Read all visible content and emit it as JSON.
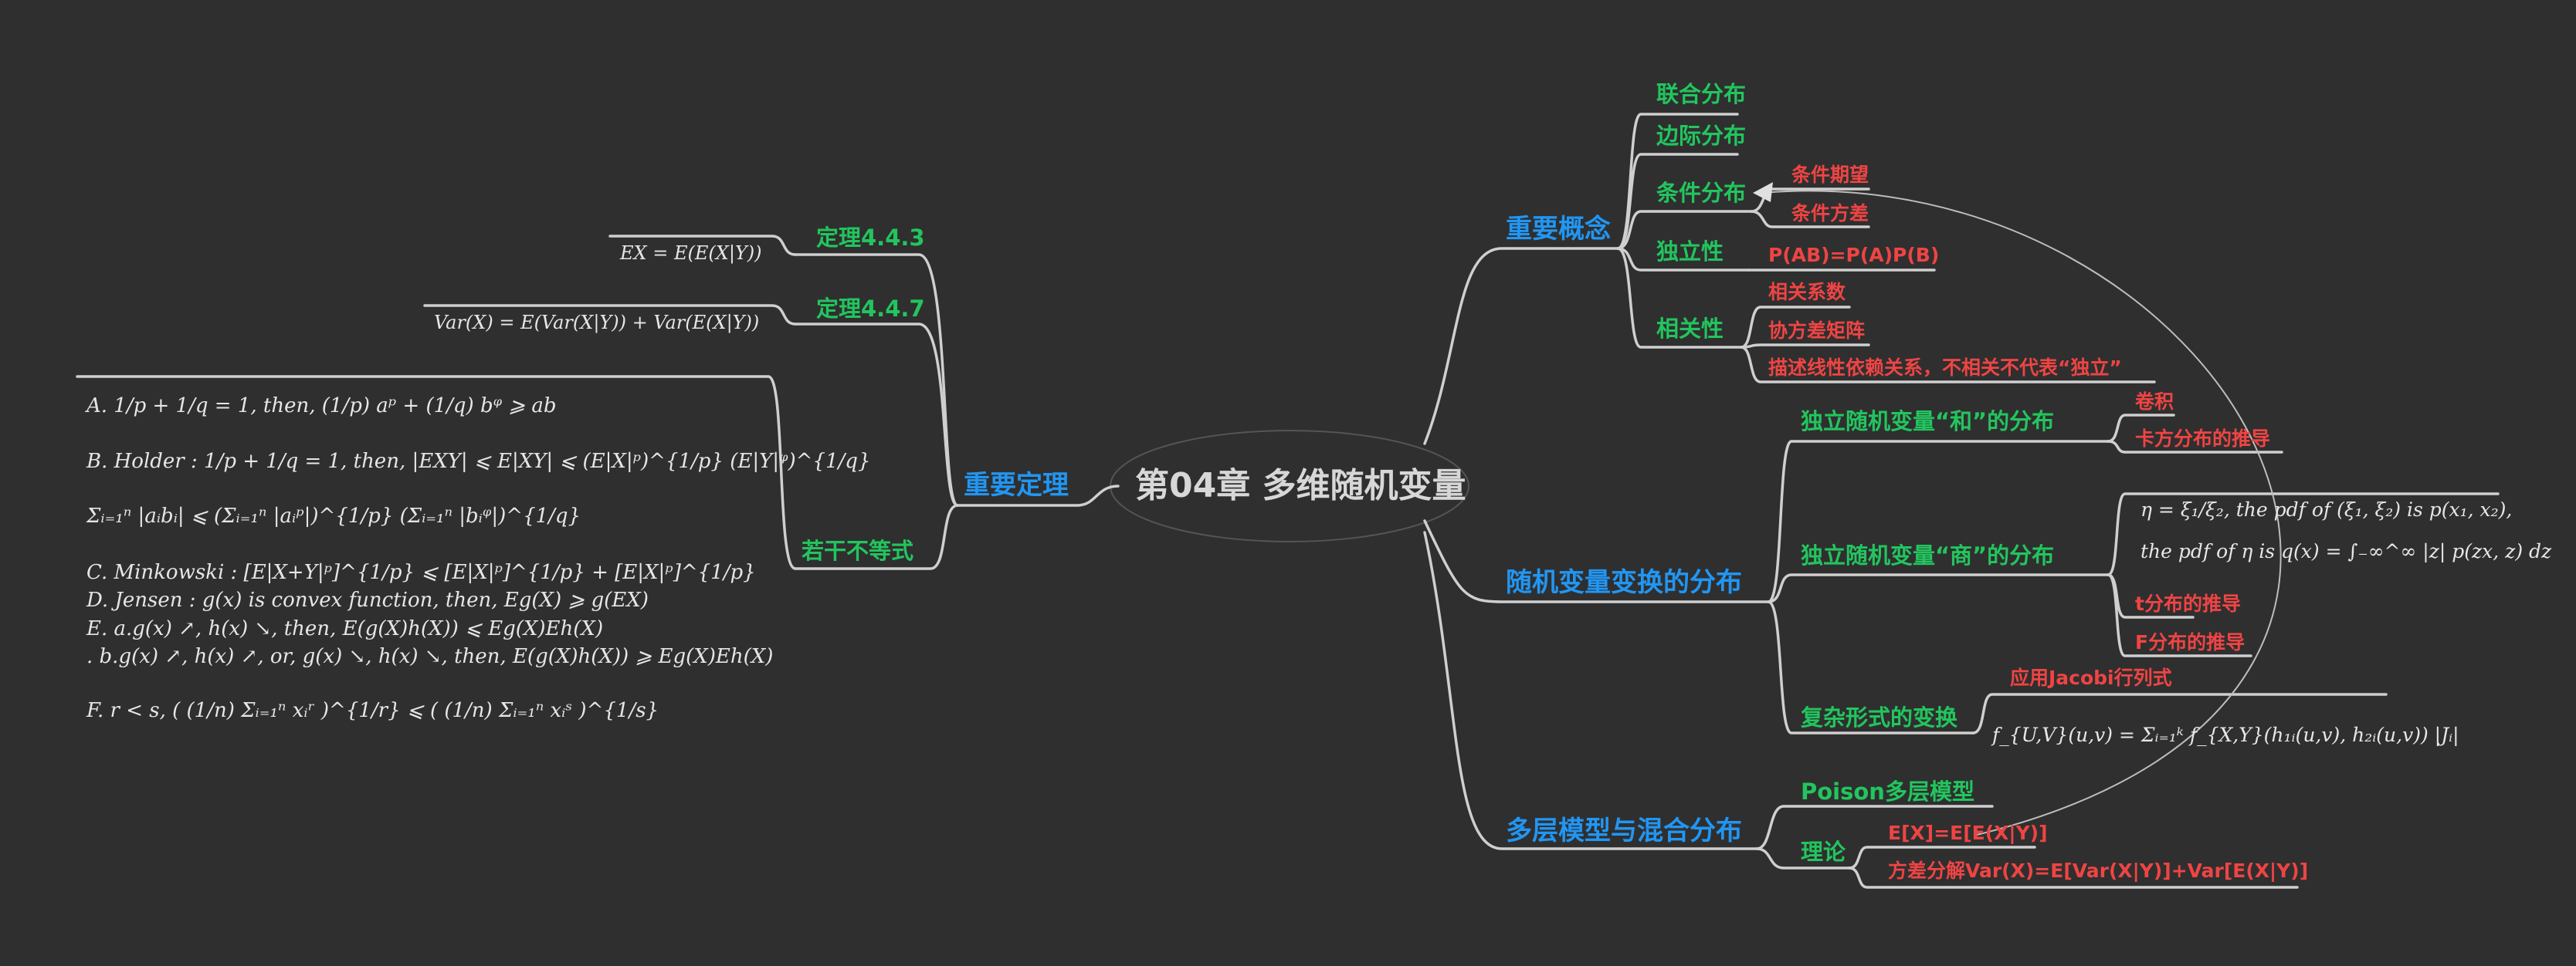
{
  "colors": {
    "background": "#2f2f2f",
    "root_text": "#d7d7d7",
    "level1": "#2196f3",
    "level2": "#22c55e",
    "level3": "#ef4444",
    "formula": "#e6e6e6",
    "line": "#cfcfcf"
  },
  "root": "第04章 多维随机变量",
  "concepts": {
    "label": "重要概念",
    "joint": "联合分布",
    "marginal": "边际分布",
    "conditional": "条件分布",
    "cond_expectation": "条件期望",
    "cond_variance": "条件方差",
    "independence": "独立性",
    "independence_formula": "P(AB)=P(A)P(B)",
    "correlation": "相关性",
    "corr_coef": "相关系数",
    "cov_matrix": "协方差矩阵",
    "linear_note": "描述线性依赖关系，不相关不代表“独立”"
  },
  "transforms": {
    "label": "随机变量变换的分布",
    "sum": "独立随机变量“和”的分布",
    "convolution": "卷积",
    "chi_square": "卡方分布的推导",
    "quotient": "独立随机变量“商”的分布",
    "quotient_formula_1": "η = ξ₁/ξ₂,  the pdf of (ξ₁, ξ₂) is p(x₁, x₂),",
    "quotient_formula_2": "the pdf of η is q(x) = ∫₋∞^∞ |z| p(zx, z) dz",
    "t_dist": "t分布的推导",
    "f_dist": "F分布的推导",
    "complex": "复杂形式的变换",
    "jacobi": "应用Jacobi行列式",
    "jacobi_formula": "f_{U,V}(u,v) = Σᵢ₌₁ᵏ f_{X,Y}(h₁ᵢ(u,v), h₂ᵢ(u,v)) |Jᵢ|"
  },
  "hierarchical": {
    "label": "多层模型与混合分布",
    "poisson": "Poison多层模型",
    "theory": "理论",
    "expectation": "E[X]=E[E(X|Y)]",
    "variance": "方差分解Var(X)=E[Var(X|Y)]+Var[E(X|Y)]"
  },
  "theorems": {
    "label": "重要定理",
    "t443": "定理4.4.3",
    "t443_formula": "EX = E(E(X|Y))",
    "t447": "定理4.4.7",
    "t447_formula": "Var(X) = E(Var(X|Y)) + Var(E(X|Y))",
    "inequalities": "若干不等式",
    "ineq_lines": [
      "A.  1/p + 1/q = 1, then, (1/p) aᵖ + (1/q) bᵠ ⩾ ab",
      "B.  Holder :  1/p + 1/q = 1, then, |EXY| ⩽ E|XY| ⩽ (E|X|ᵖ)^{1/p} (E|Y|ᵠ)^{1/q}",
      "Σᵢ₌₁ⁿ |aᵢbᵢ| ⩽ (Σᵢ₌₁ⁿ |aᵢᵖ|)^{1/p} (Σᵢ₌₁ⁿ |bᵢᵠ|)^{1/q}",
      "C.  Minkowski :  [E|X+Y|ᵖ]^{1/p} ⩽ [E|X|ᵖ]^{1/p} + [E|X|ᵖ]^{1/p}",
      "D.  Jensen :  g(x) is convex function,  then,  Eg(X) ⩾ g(EX)",
      "E.  a.g(x) ↗, h(x) ↘, then, E(g(X)h(X)) ⩽ Eg(X)Eh(X)",
      ".  b.g(x) ↗, h(x) ↗, or, g(x) ↘, h(x) ↘, then, E(g(X)h(X)) ⩾ Eg(X)Eh(X)",
      "F.  r < s,  ( (1/n) Σᵢ₌₁ⁿ xᵢʳ )^{1/r} ⩽ ( (1/n) Σᵢ₌₁ⁿ xᵢˢ )^{1/s}"
    ]
  }
}
